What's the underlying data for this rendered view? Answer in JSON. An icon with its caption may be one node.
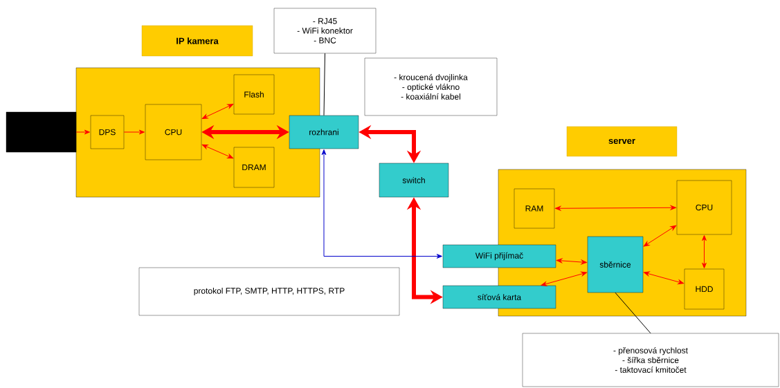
{
  "diagram": {
    "nodes": [
      {
        "text": [
          "IP kamera"
        ]
      },
      {
        "text": [],
        "shape": "box"
      },
      {
        "text": [
          "DPS"
        ],
        "in": 0
      },
      {
        "text": [
          "CPU"
        ],
        "in": 0
      },
      {
        "text": [
          "Flash"
        ],
        "in": 0
      },
      {
        "text": [
          "DRAM"
        ],
        "in": 0
      },
      {
        "text": [
          "rozhrani"
        ]
      },
      {
        "text": [
          "- RJ45",
          "- WiFi konektor",
          "- BNC"
        ]
      },
      {
        "text": [
          "- kroucená dvojlinka",
          "- optické vlákno",
          "- koaxiální kabel"
        ]
      },
      {
        "text": [
          "switch"
        ]
      },
      {
        "text": [
          "protokol FTP, SMTP, HTTP, HTTPS, RTP"
        ]
      },
      {
        "text": [
          "server"
        ]
      },
      {
        "text": [
          "RAM"
        ],
        "in": 11
      },
      {
        "text": [
          "CPU"
        ],
        "in": 11
      },
      {
        "text": [
          "WiFi přijímač"
        ]
      },
      {
        "text": [
          "sběrnice"
        ],
        "in": 11
      },
      {
        "text": [
          "síťová karta"
        ]
      },
      {
        "text": [
          "HDD"
        ],
        "in": 11
      },
      {
        "text": [
          "- přenosová rychlost",
          "- šířka sběrnice",
          "- taktovací kmitočet"
        ]
      }
    ],
    "edges": [
      {
        "from": 1,
        "to": 2,
        "arrow": "to"
      },
      {
        "from": 2,
        "to": 3,
        "arrow": "to"
      },
      {
        "from": 3,
        "to": 4,
        "arrow": "both"
      },
      {
        "from": 3,
        "to": 5,
        "arrow": "both"
      },
      {
        "from": 3,
        "to": 6,
        "arrow": "both",
        "style": "thick"
      },
      {
        "from": 7,
        "to": 6,
        "arrow": "none",
        "color": "#000000"
      },
      {
        "from": 6,
        "to": 9,
        "arrow": "both",
        "style": "thick"
      },
      {
        "from": 9,
        "to": 16,
        "arrow": "both",
        "style": "thick"
      },
      {
        "from": 6,
        "to": 14,
        "arrow": "both",
        "color": "#0000cc"
      },
      {
        "from": 12,
        "to": 13,
        "arrow": "both"
      },
      {
        "from": 14,
        "to": 15,
        "arrow": "both"
      },
      {
        "from": 16,
        "to": 15,
        "arrow": "both"
      },
      {
        "from": 15,
        "to": 13,
        "arrow": "both"
      },
      {
        "from": 15,
        "to": 17,
        "arrow": "both"
      },
      {
        "from": 13,
        "to": 17,
        "arrow": "both"
      },
      {
        "from": 18,
        "to": 15,
        "arrow": "none",
        "color": "#000000"
      }
    ]
  }
}
